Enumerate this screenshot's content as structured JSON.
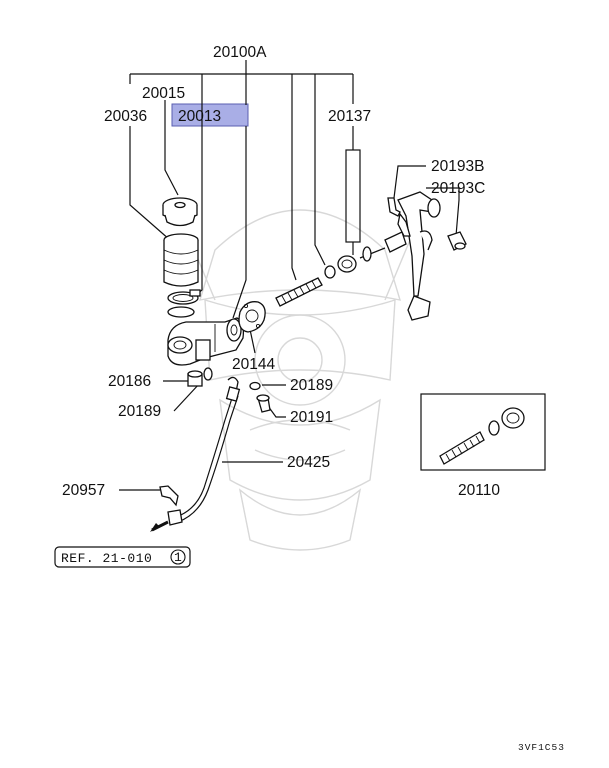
{
  "labels": {
    "assembly": "20100A",
    "p20015": "20015",
    "p20036": "20036",
    "p20013": "20013",
    "p20137": "20137",
    "p20193b": "20193B",
    "p20193c": "20193C",
    "p20144": "20144",
    "p20186": "20186",
    "p20189a": "20189",
    "p20189b": "20189",
    "p20191": "20191",
    "p20425": "20425",
    "p20957": "20957",
    "p20110": "20110"
  },
  "reference": {
    "text": "REF. 21-010",
    "circled": "1"
  },
  "diagram_code": "3VF1C53",
  "colors": {
    "highlight_fill": "#a9aee6",
    "highlight_stroke": "#5a5fb0",
    "ink": "#111111",
    "watermark": "#d8d8d8"
  }
}
